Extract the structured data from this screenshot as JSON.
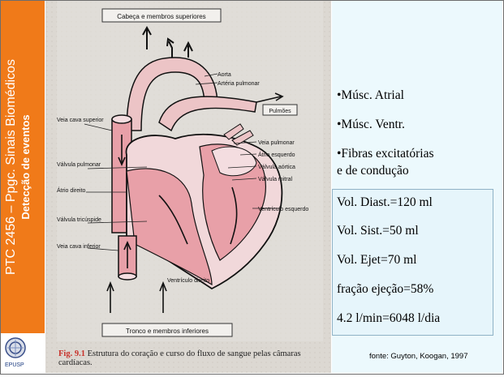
{
  "sidebar": {
    "title": "PTC 2456 – Ppgc. Sinais Biomédicos",
    "subtitle": "Detecção de eventos",
    "logo_label": "EPUSP"
  },
  "figure": {
    "top_label": "Cabeça e membros superiores",
    "bottom_label": "Tronco e membros inferiores",
    "labels": {
      "aorta": "Aorta",
      "arteria_pulmonar": "Artéria pulmonar",
      "pulmoes": "Pulmões",
      "veia_cava_superior": "Veia cava superior",
      "veia_pulmonar": "Veia pulmonar",
      "atrio_esquerdo": "Átrio esquerdo",
      "valvula_pulmonar": "Válvula pulmonar",
      "valvula_aortica": "Válvula aórtica",
      "valvula_mitral": "Válvula mitral",
      "atrio_direito": "Átrio direito",
      "ventriculo_esquerdo": "Ventrículo esquerdo",
      "valvula_tricuspide": "Válvula tricúspide",
      "veia_cava_inferior": "Veia cava inferior",
      "ventriculo_direito": "Ventrículo direito"
    },
    "caption_number": "Fig. 9.1",
    "caption_text": "Estrutura do coração e curso do fluxo de sangue pelas câmaras cardíacas."
  },
  "bullets": [
    "•Músc. Atrial",
    "•Músc. Ventr.",
    "•Fibras excitatórias",
    "e de condução"
  ],
  "volumes": [
    "Vol. Diast.=120 ml",
    "Vol. Sist.=50 ml",
    "Vol. Ejet=70 ml",
    "fração ejeção=58%",
    "4.2 l/min=6048 l/dia"
  ],
  "source": "fonte: Guyton, Koogan, 1997",
  "colors": {
    "sidebar": "#f07a19",
    "panel": "#ecf9fd",
    "heart_fill": "#e8a0a8",
    "caption_red": "#c8312a"
  }
}
